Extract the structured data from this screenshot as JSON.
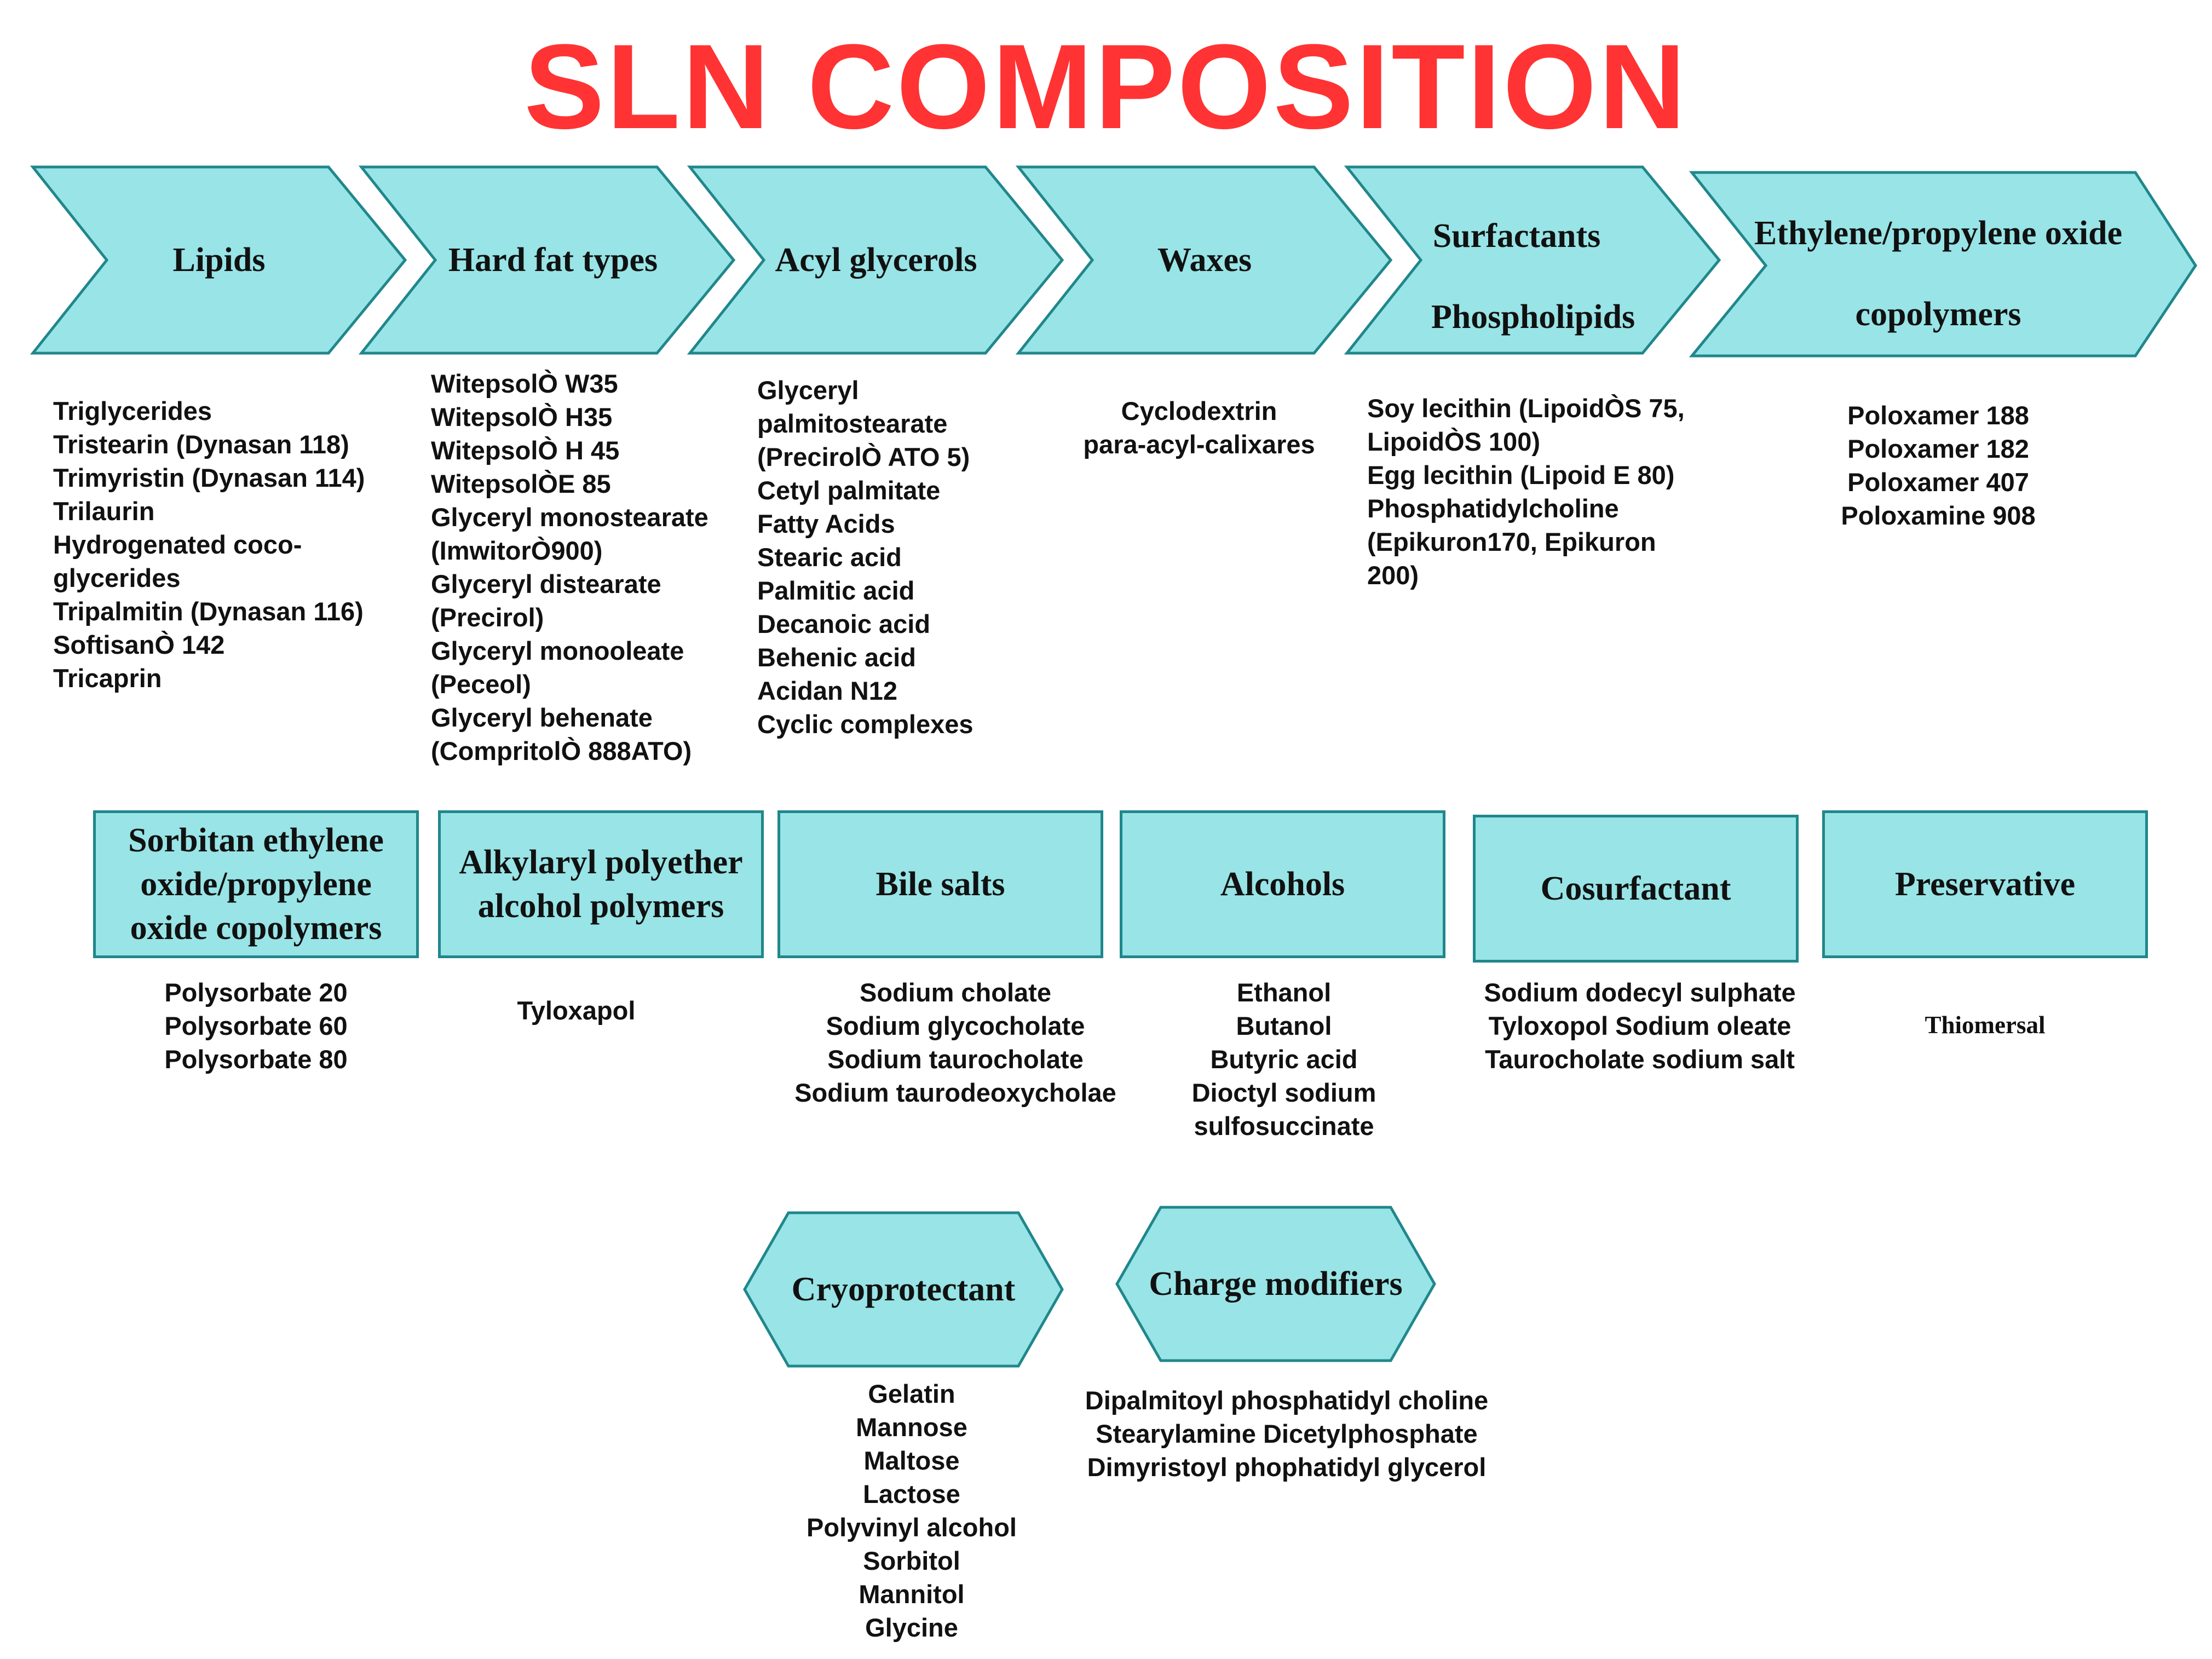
{
  "title": "SLN COMPOSITION",
  "colors": {
    "title": "#ff3333",
    "shape_fill": "#98e4e6",
    "shape_border": "#20878c",
    "text": "#111111"
  },
  "arrows": [
    {
      "label_lines": [
        "Lipids"
      ],
      "items": [
        "Triglycerides",
        "Tristearin (Dynasan 118)",
        "Trimyristin (Dynasan 114)",
        "Trilaurin",
        "Hydrogenated coco-",
        "glycerides",
        "Tripalmitin (Dynasan 116)",
        "SoftisanÒ 142",
        "Tricaprin"
      ]
    },
    {
      "label_lines": [
        "Hard fat types"
      ],
      "items": [
        "WitepsolÒ W35",
        "WitepsolÒ H35",
        "WitepsolÒ H 45",
        "WitepsolÒE 85",
        "Glyceryl monostearate",
        "(ImwitorÒ900)",
        "Glyceryl distearate",
        "(Precirol)",
        "Glyceryl monooleate",
        "(Peceol)",
        "Glyceryl behenate",
        "(CompritolÒ 888ATO)"
      ]
    },
    {
      "label_lines": [
        "Acyl glycerols"
      ],
      "items": [
        "Glyceryl",
        "palmitostearate",
        "(PrecirolÒ ATO 5)",
        "Cetyl palmitate",
        "Fatty Acids",
        "Stearic acid",
        "Palmitic acid",
        "Decanoic acid",
        "Behenic acid",
        "Acidan  N12",
        "Cyclic complexes"
      ]
    },
    {
      "label_lines": [
        "Waxes"
      ],
      "items": [
        "Cyclodextrin",
        "para-acyl-calixares"
      ]
    },
    {
      "label_lines": [
        "Surfactants",
        "Phospholipids"
      ],
      "items": [
        "Soy lecithin (LipoidÒS 75,",
        "LipoidÒS 100)",
        "Egg lecithin (Lipoid E 80)",
        "Phosphatidylcholine",
        "(Epikuron170, Epikuron",
        "200)"
      ]
    },
    {
      "label_lines": [
        "Ethylene/propylene oxide",
        "copolymers"
      ],
      "items": [
        "Poloxamer 188",
        "Poloxamer 182",
        "Poloxamer 407",
        "Poloxamine 908"
      ]
    }
  ],
  "boxes": [
    {
      "label_lines": [
        "Sorbitan ethylene",
        "oxide/propylene",
        "oxide copolymers"
      ],
      "items": [
        "Polysorbate 20",
        "Polysorbate 60",
        "Polysorbate 80"
      ]
    },
    {
      "label_lines": [
        "Alkylaryl polyether",
        "alcohol polymers"
      ],
      "items": [
        "Tyloxapol"
      ]
    },
    {
      "label_lines": [
        "Bile salts"
      ],
      "items": [
        "Sodium cholate",
        "Sodium glycocholate",
        "Sodium taurocholate",
        "Sodium taurodeoxycholae"
      ]
    },
    {
      "label_lines": [
        "Alcohols"
      ],
      "items": [
        "Ethanol",
        "Butanol",
        "Butyric acid",
        "Dioctyl sodium",
        "sulfosuccinate"
      ]
    },
    {
      "label_lines": [
        "Cosurfactant"
      ],
      "items": [
        "Sodium dodecyl sulphate",
        "Tyloxopol Sodium oleate",
        "Taurocholate sodium salt"
      ]
    },
    {
      "label_lines": [
        "Preservative"
      ],
      "items": [
        "Thiomersal"
      ]
    }
  ],
  "hexagons": [
    {
      "label_lines": [
        "Cryoprotectant"
      ],
      "items": [
        "Gelatin",
        "Mannose",
        "Maltose",
        "Lactose",
        "Polyvinyl alcohol",
        "Sorbitol",
        "Mannitol",
        "Glycine"
      ]
    },
    {
      "label_lines": [
        "Charge modifiers"
      ],
      "items": [
        "Dipalmitoyl phosphatidyl choline",
        "Stearylamine Dicetylphosphate",
        "Dimyristoyl phophatidyl glycerol"
      ]
    }
  ]
}
